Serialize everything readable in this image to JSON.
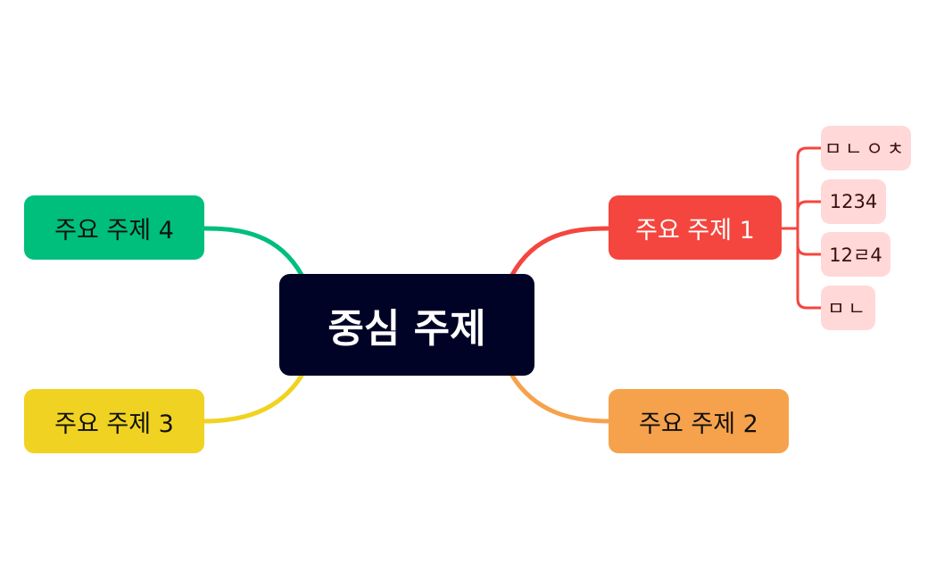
{
  "mindmap": {
    "central": {
      "label": "중심 주제",
      "color": "#000326"
    },
    "topics": [
      {
        "label": "주요 주제 1",
        "color": "#F4463E",
        "subtopics": [
          {
            "label": "ㅁㄴㅇㅊ"
          },
          {
            "label": "1234"
          },
          {
            "label": "12ㄹ4"
          },
          {
            "label": "ㅁㄴ"
          }
        ],
        "subtopic_color": "#FFD8D7"
      },
      {
        "label": "주요 주제 2",
        "color": "#F6A24C",
        "subtopics": []
      },
      {
        "label": "주요 주제 3",
        "color": "#F0D322",
        "subtopics": []
      },
      {
        "label": "주요 주제 4",
        "color": "#00BE7C",
        "subtopics": []
      }
    ]
  }
}
